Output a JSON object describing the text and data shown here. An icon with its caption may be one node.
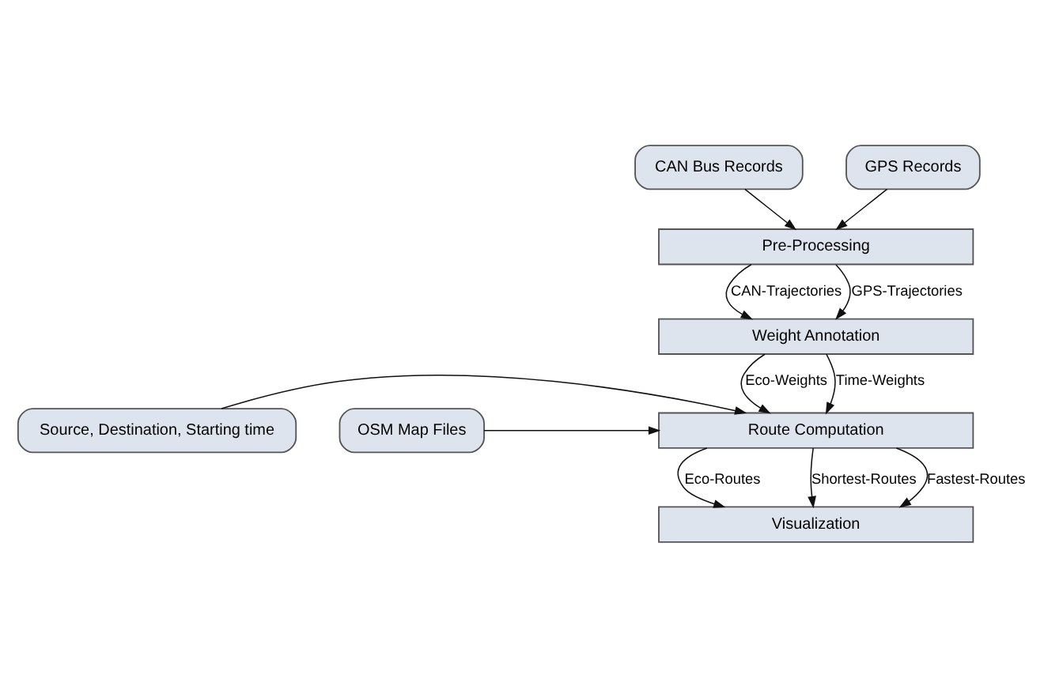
{
  "diagram": {
    "nodes": [
      {
        "text": [
          "CAN Bus Records"
        ]
      },
      {
        "text": [
          "GPS Records"
        ]
      },
      {
        "text": [
          "Pre-Processing"
        ]
      },
      {
        "text": [
          "Weight Annotation"
        ]
      },
      {
        "text": [
          "Source, Destination, Starting time"
        ]
      },
      {
        "text": [
          "Route Computation"
        ]
      },
      {
        "text": [
          "OSM Map Files"
        ]
      },
      {
        "text": [
          "Visualization"
        ]
      }
    ],
    "edges": [
      {
        "from": 0,
        "to": 2,
        "arrow": "to"
      },
      {
        "from": 1,
        "to": 2,
        "arrow": "to"
      },
      {
        "from": 2,
        "to": 3,
        "arrow": "to",
        "label": "CAN-Trajectories"
      },
      {
        "from": 2,
        "to": 3,
        "arrow": "to",
        "label": "GPS-Trajectories"
      },
      {
        "from": 3,
        "to": 5,
        "arrow": "to",
        "label": "Eco-Weights"
      },
      {
        "from": 3,
        "to": 5,
        "arrow": "to",
        "label": "Time-Weights"
      },
      {
        "from": 4,
        "to": 5,
        "arrow": "to"
      },
      {
        "from": 6,
        "to": 5,
        "arrow": "to"
      },
      {
        "from": 5,
        "to": 7,
        "arrow": "to",
        "label": "Eco-Routes"
      },
      {
        "from": 5,
        "to": 7,
        "arrow": "to",
        "label": "Shortest-Routes"
      },
      {
        "from": 5,
        "to": 7,
        "arrow": "to",
        "label": "Fastest-Routes"
      }
    ]
  }
}
